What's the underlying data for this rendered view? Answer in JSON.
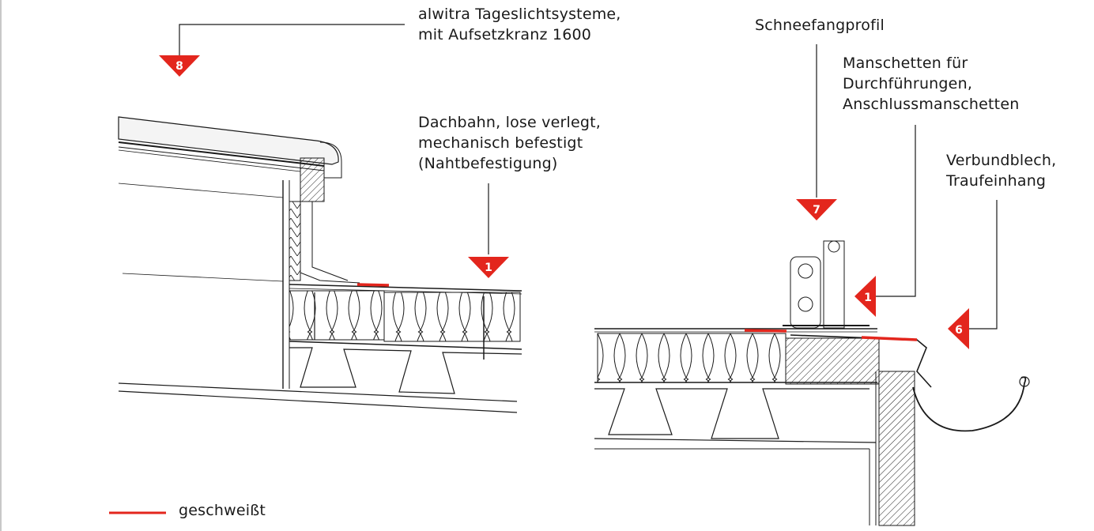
{
  "labels": {
    "alwitra": "alwitra Tageslichtsysteme,\nmit Aufsetzkranz 1600",
    "dachbahn": "Dachbahn, lose verlegt,\nmechanisch befestigt\n(Nahtbefestigung)",
    "schneefang": "Schneefangprofil",
    "manschetten": "Manschetten für\nDurchführungen,\nAnschlussmanschetten",
    "verbundblech": "Verbundblech,\nTraufeinhang"
  },
  "markers": {
    "m8": "8",
    "m1_left": "1",
    "m7": "7",
    "m1_right": "1",
    "m6": "6"
  },
  "legend": {
    "label": "geschweißt",
    "color": "#e3261d"
  },
  "colors": {
    "marker": "#e3261d",
    "line": "#1a1a1a"
  }
}
